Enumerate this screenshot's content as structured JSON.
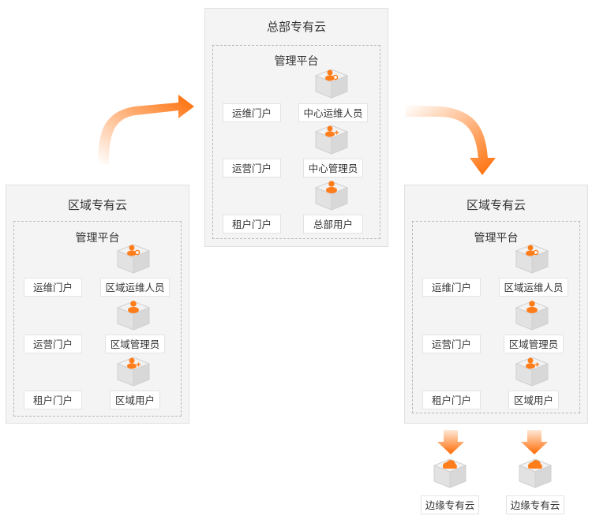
{
  "hq": {
    "title": "总部专有云",
    "platform": "管理平台",
    "portals": [
      "运维门户",
      "运营门户",
      "租户门户"
    ],
    "roles": [
      "中心运维人员",
      "中心管理员",
      "总部用户"
    ]
  },
  "region_left": {
    "title": "区域专有云",
    "platform": "管理平台",
    "portals": [
      "运维门户",
      "运营门户",
      "租户门户"
    ],
    "roles": [
      "区域运维人员",
      "区域管理员",
      "区域用户"
    ]
  },
  "region_right": {
    "title": "区域专有云",
    "platform": "管理平台",
    "portals": [
      "运维门户",
      "运营门户",
      "租户门户"
    ],
    "roles": [
      "区域运维人员",
      "区域管理员",
      "区域用户"
    ]
  },
  "edge": [
    "边缘专有云",
    "边缘专有云"
  ],
  "colors": {
    "accent": "#ff6a00",
    "panel": "#f4f4f4",
    "server": "#e8e8e8"
  }
}
